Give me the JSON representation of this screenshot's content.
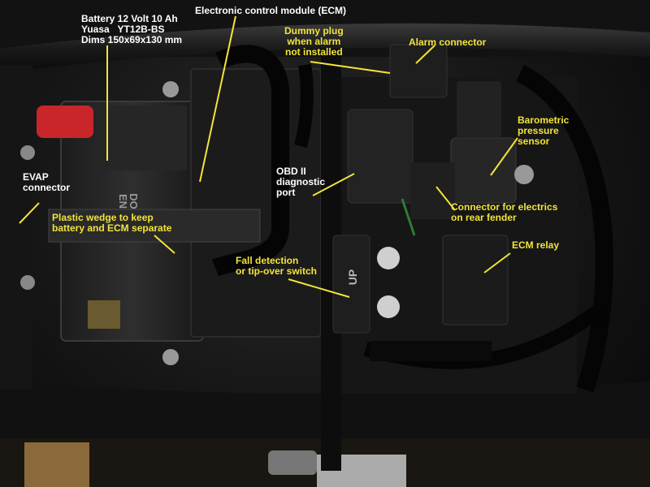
{
  "colors": {
    "label_yellow": "#f2e43a",
    "label_white": "#ffffff",
    "leader_line": "#f2e43a",
    "terminal_cap": "#c8262a"
  },
  "labels": {
    "battery": "Battery 12 Volt 10 Ah\nYuasa   YT12B-BS\nDims 150x69x130 mm",
    "ecm": "Electronic control module (ECM)",
    "dummy_plug": "Dummy plug\nwhen alarm\nnot installed",
    "alarm_connector": "Alarm connector",
    "barometric_sensor": "Barometric\npressure\nsensor",
    "evap_connector": "EVAP\nconnector",
    "obd_port": "OBD II\ndiagnostic\nport",
    "plastic_wedge": "Plastic wedge to keep\nbattery and ECM separate",
    "rear_fender_connector": "Connector for electrics\non rear fender",
    "ecm_relay": "ECM relay",
    "fall_detection": "Fall detection\nor tip-over switch"
  },
  "component_markings": {
    "battery_side": "DO\nEN",
    "switch_up": "UP"
  }
}
